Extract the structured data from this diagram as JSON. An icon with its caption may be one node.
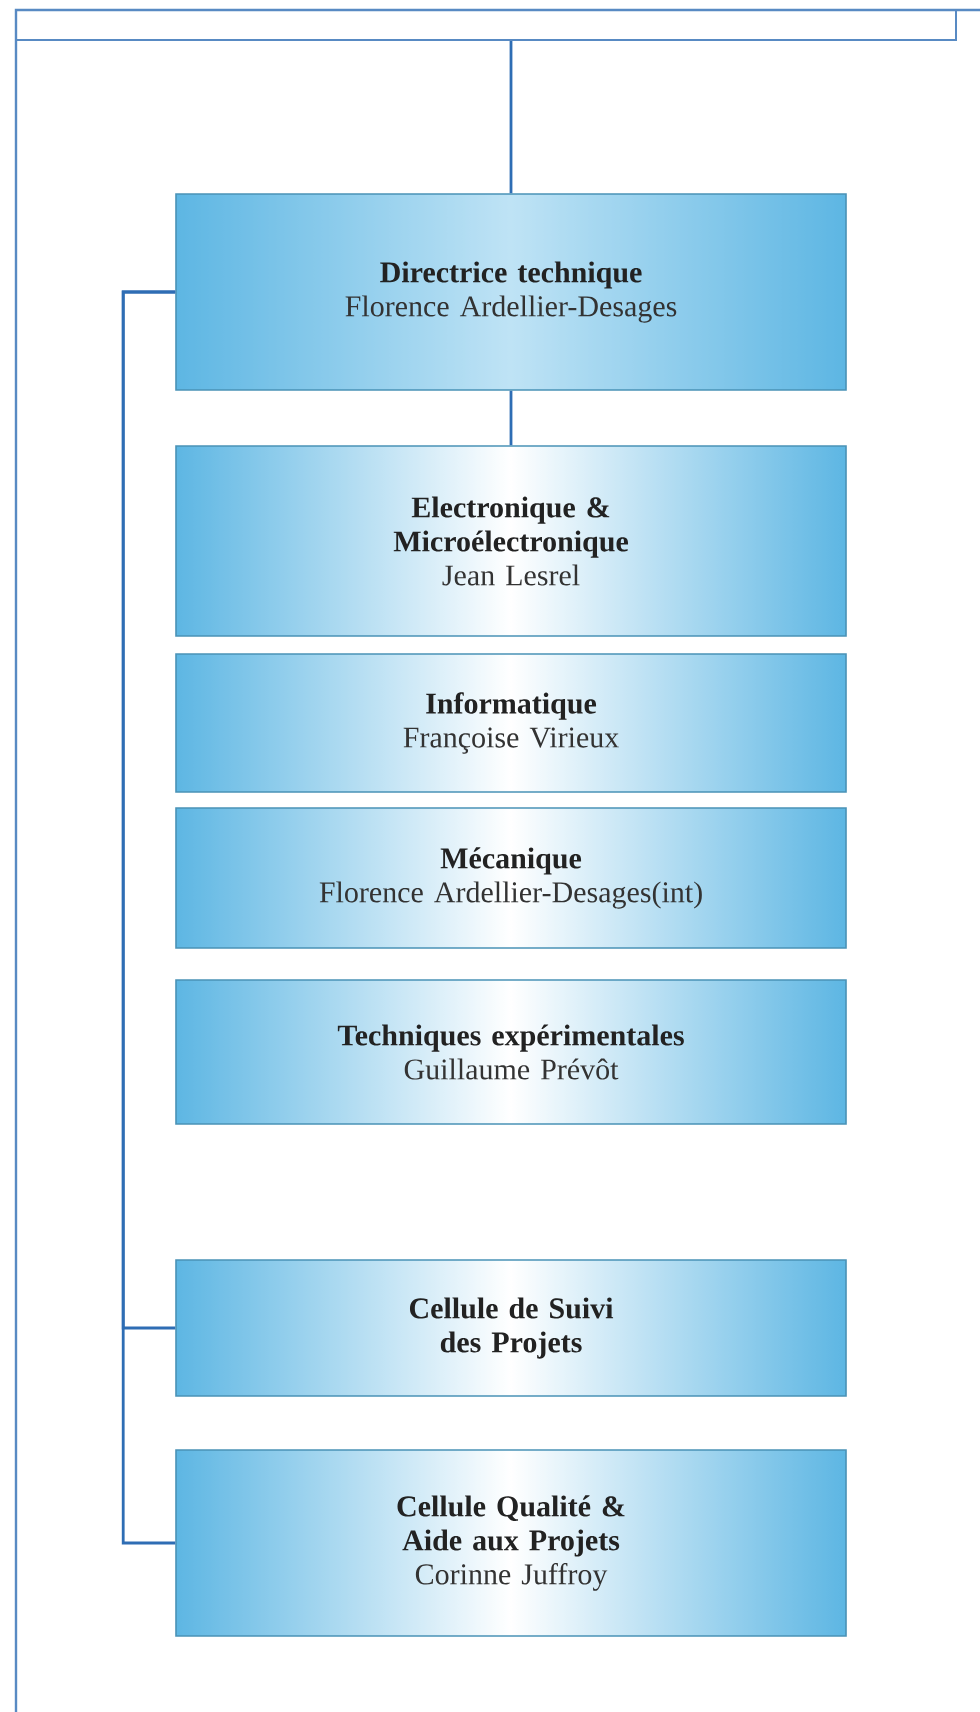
{
  "diagram": {
    "nodes": [
      {
        "text": [],
        "shape": "bar"
      },
      {
        "text": [
          "Directrice technique",
          "Florence Ardellier-Desages"
        ]
      },
      {
        "text": [
          "Electronique & Microélectronique",
          "Jean Lesrel"
        ]
      },
      {
        "text": [
          "Informatique",
          "Françoise Virieux"
        ]
      },
      {
        "text": [
          "Mécanique",
          "Florence Ardellier-Desages(int)"
        ]
      },
      {
        "text": [
          "Techniques expérimentales",
          "Guillaume Prévôt"
        ]
      },
      {
        "text": [
          "Cellule de Suivi des Projets"
        ]
      },
      {
        "text": [
          "Cellule Qualité & Aide aux Projets",
          "Corinne Juffroy"
        ]
      }
    ],
    "edges": [
      {
        "from": 0,
        "to": 1,
        "arrow": "none"
      },
      {
        "from": 1,
        "to": 2,
        "arrow": "none"
      },
      {
        "from": 1,
        "to": 6,
        "arrow": "none"
      },
      {
        "from": 1,
        "to": 7,
        "arrow": "none"
      }
    ]
  }
}
